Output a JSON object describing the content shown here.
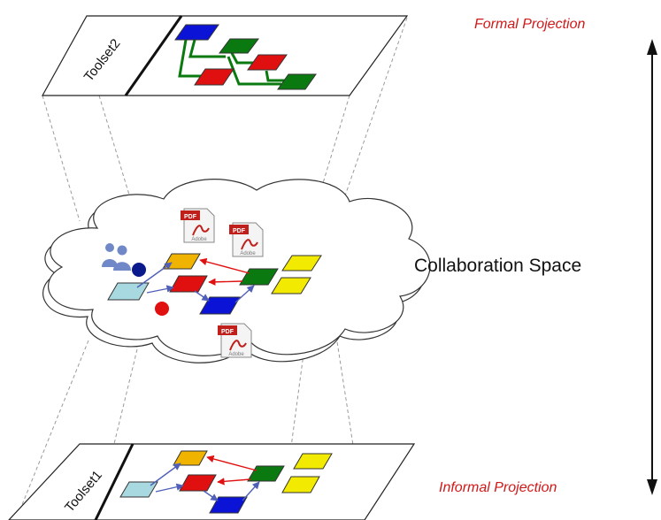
{
  "labels": {
    "formal_projection": "Formal Projection",
    "informal_projection": "Informal Projection",
    "collaboration_space": "Collaboration Space",
    "toolset_top": "Toolset2",
    "toolset_bottom": "Toolset1"
  },
  "pdf_icon": {
    "badge": "PDF",
    "caption": "Adobe"
  },
  "colors": {
    "blue": "#0b14d6",
    "green": "#0a7a10",
    "red": "#e01010",
    "yellow": "#f2ea00",
    "orange": "#f0b400",
    "lightblue": "#a8d8e0",
    "navy": "#0a1a8c",
    "label_red": "#d01818",
    "arrow_blue": "#5060b8",
    "people_blue": "#7088c8"
  }
}
